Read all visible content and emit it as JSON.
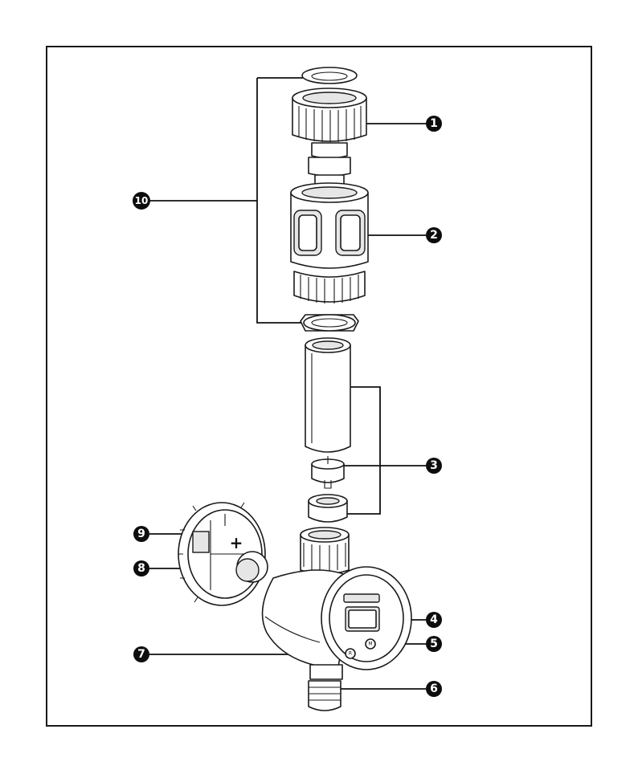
{
  "callouts": [
    {
      "label": "1",
      "target": "union-nut"
    },
    {
      "label": "2",
      "target": "coupling-body"
    },
    {
      "label": "3",
      "target": "filter-assembly"
    },
    {
      "label": "4",
      "target": "display"
    },
    {
      "label": "5",
      "target": "m-button"
    },
    {
      "label": "6",
      "target": "outlet-connector"
    },
    {
      "label": "7",
      "target": "r-button"
    },
    {
      "label": "8",
      "target": "battery-knob"
    },
    {
      "label": "9",
      "target": "battery-cover"
    },
    {
      "label": "10",
      "target": "coupling-set"
    }
  ],
  "buttons": {
    "r": "R",
    "m": "M"
  },
  "battery_cover": {
    "polarity_symbol": "+"
  },
  "colors": {
    "line": "#1a1a1a",
    "callout_fill": "#0d0d0d",
    "shade": "#e6e6e6",
    "background": "#ffffff"
  }
}
